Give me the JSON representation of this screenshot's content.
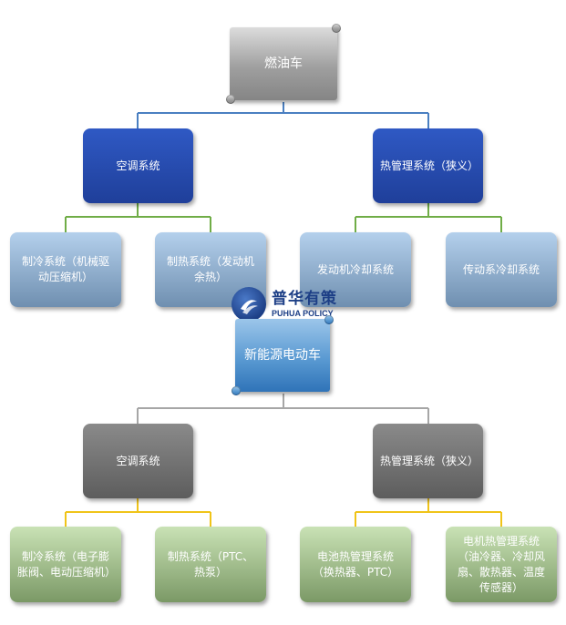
{
  "colors": {
    "top_connector": "#4a7fc1",
    "top_child_connector": "#70ad47",
    "bottom_connector": "#a6a6a6",
    "bottom_child_connector": "#f0c419"
  },
  "fuel_car": {
    "title": "燃油车",
    "ac": {
      "label": "空调系统",
      "children": [
        "制冷系统（机械驱动压缩机）",
        "制热系统（发动机余热）"
      ]
    },
    "thermal": {
      "label": "热管理系统（狭义）",
      "children": [
        "发动机冷却系统",
        "传动系冷却系统"
      ]
    }
  },
  "ev_car": {
    "title": "新能源电动车",
    "ac": {
      "label": "空调系统",
      "children": [
        "制冷系统（电子膨胀阀、电动压缩机）",
        "制热系统（PTC、热泵）"
      ]
    },
    "thermal": {
      "label": "热管理系统（狭义）",
      "children": [
        "电池热管理系统（换热器、PTC）",
        "电机热管理系统（油冷器、冷却风扇、散热器、温度传感器）"
      ]
    }
  },
  "watermark": {
    "cn": "普华有策",
    "en": "PUHUA POLICY"
  }
}
